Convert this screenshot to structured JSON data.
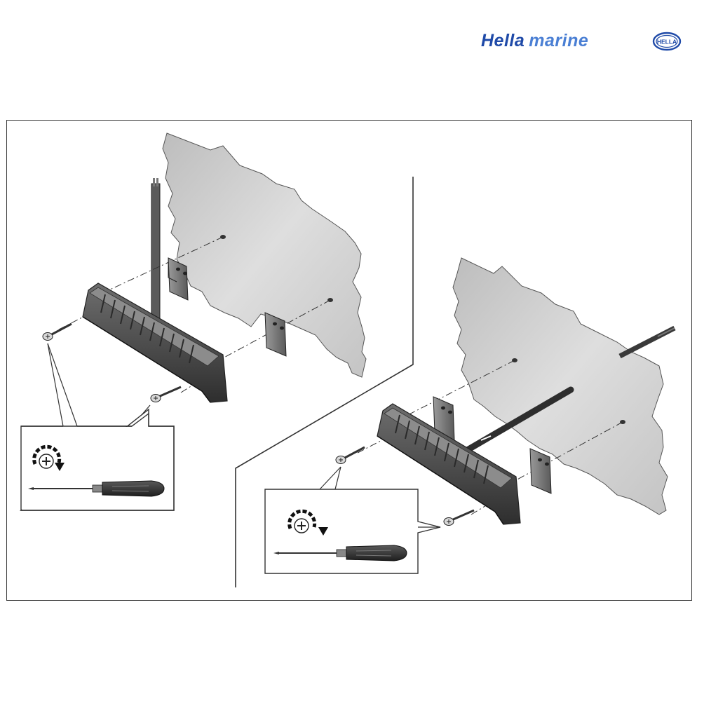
{
  "brand": {
    "word1": "Hella",
    "word2": "marine",
    "badge": "HELLA",
    "brand_color": "#1f4aa8",
    "accent_color": "#4a7fd4"
  },
  "colors": {
    "panel": "#cfcfcf",
    "lamp": "#4a4a4a",
    "outline": "#2f2f2f"
  },
  "icons": [
    "hella-logo-icon",
    "screw-icon",
    "screwdriver-icon",
    "rotate-clockwise-icon",
    "bracket-icon",
    "cable-icon",
    "lamp-icon"
  ]
}
